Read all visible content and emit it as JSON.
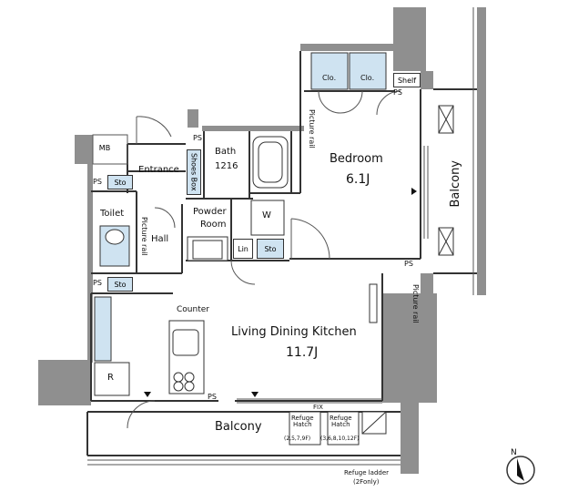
{
  "rooms": {
    "bedroom": {
      "name": "Bedroom",
      "area": "6.1J"
    },
    "ldk": {
      "name": "Living Dining Kitchen",
      "area": "11.7J"
    },
    "entrance": "Entrance",
    "bath": {
      "name": "Bath",
      "size": "1216"
    },
    "powder": {
      "name": "Powder",
      "name2": "Room"
    },
    "toilet": "Toilet",
    "hall": "Hall",
    "balcony_bottom": "Balcony",
    "balcony_right": "Balcony"
  },
  "labels": {
    "mb": "MB",
    "ps": "PS",
    "sto": "Sto",
    "clo": "Clo.",
    "shelf": "Shelf",
    "shoes_box": "Shoes Box",
    "picture_rail": "Picture rail",
    "lin": "Lin",
    "w": "W",
    "counter": "Counter",
    "r": "R",
    "fix": "FIX",
    "refuge_hatch": "Refuge\nHatch",
    "refuge_hatch_floors_1": "(2,5,7,9F)",
    "refuge_hatch_floors_2": "(3,6,8,10,12F)",
    "refuge_ladder": "Refuge ladder",
    "refuge_ladder_note": "(2Fonly)",
    "north": "N"
  },
  "colors": {
    "wall": "#8f8f8f",
    "fixture_blue": "#cfe3f1",
    "line": "#333333"
  }
}
